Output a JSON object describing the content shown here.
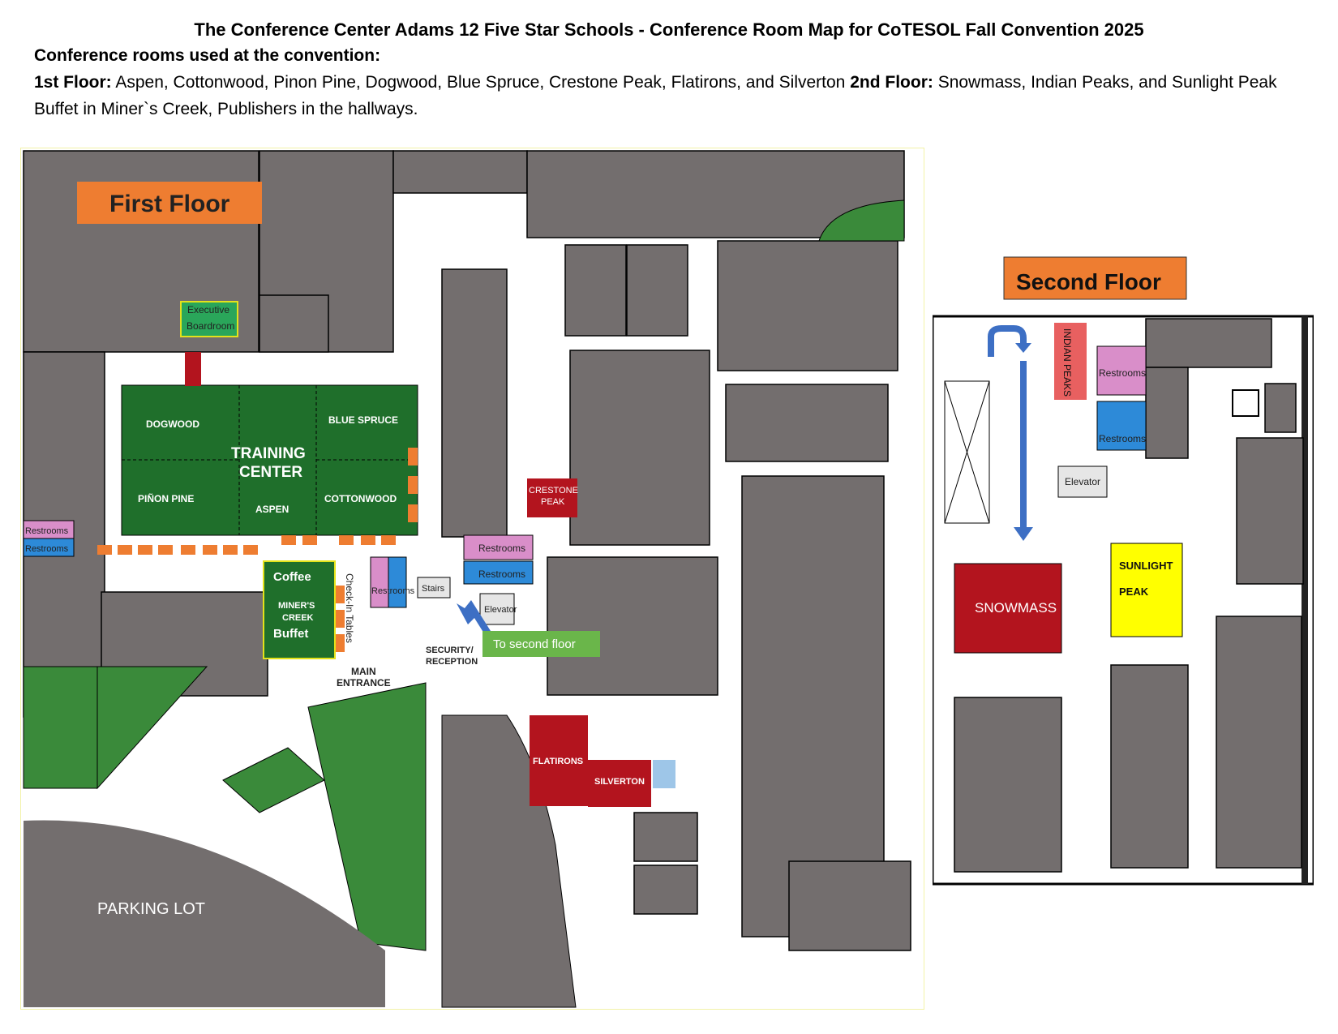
{
  "header": {
    "title": "The Conference Center Adams 12 Five Star Schools  - Conference Room Map for CoTESOL Fall Convention 2025",
    "rooms_heading": "Conference rooms used at the convention:",
    "first_floor_label": "1st Floor:",
    "first_floor_rooms": " Aspen, Cottonwood, Pinon Pine, Dogwood, Blue Spruce, Crestone Peak, Flatirons, and Silverton ",
    "second_floor_label": "2nd Floor:",
    "second_floor_rooms": " Snowmass, Indian Peaks,  and Sunlight Peak",
    "extra_line": "Buffet in Miner`s Creek, Publishers in the hallways."
  },
  "first_floor": {
    "heading": "First Floor",
    "labels": {
      "executive_1": "Executive",
      "executive_2": "Boardroom",
      "dogwood": "DOGWOOD",
      "blue_spruce": "BLUE SPRUCE",
      "training_1": "TRAINING",
      "training_2": "CENTER",
      "pinon_pine": "PIÑON PINE",
      "aspen": "ASPEN",
      "cottonwood": "COTTONWOOD",
      "crestone_1": "CRESTONE",
      "crestone_2": "PEAK",
      "restrooms_left_1": "Restrooms",
      "restrooms_left_2": "Restrooms",
      "coffee": "Coffee",
      "miners_1": "MINER'S",
      "miners_2": "CREEK",
      "buffet": "Buffet",
      "checkin": "Check-In Tables",
      "restrooms_mid": "Restrooms",
      "stairs": "Stairs",
      "elevator": "Elevator",
      "restrooms_pink": "Restrooms",
      "restrooms_blue": "Restrooms",
      "to_second": "To second floor",
      "security_1": "SECURITY/",
      "security_2": "RECEPTION",
      "main_1": "MAIN",
      "main_2": "ENTRANCE",
      "flatirons": "FLATIRONS",
      "silverton": "SILVERTON",
      "parking": "PARKING LOT"
    }
  },
  "second_floor": {
    "heading": "Second Floor",
    "labels": {
      "indian_peaks": "INDIAN PEAKS",
      "restrooms_pink": "Restrooms",
      "restrooms_blue": "Restrooms",
      "elevator": "Elevator",
      "snowmass": "SNOWMASS",
      "sunlight_1": "SUNLIGHT",
      "sunlight_2": "PEAK"
    }
  },
  "colors": {
    "building": "#736e6e",
    "grass": "#3a8a3a",
    "conference_green": "#1f6f2b",
    "conference_red": "#b3141e",
    "heading_orange": "#ee7d31",
    "restroom_pink": "#d98ec9",
    "restroom_blue": "#2d8ad8",
    "sunlight_yellow": "#ffff00",
    "label_green": "#6ab64a"
  }
}
